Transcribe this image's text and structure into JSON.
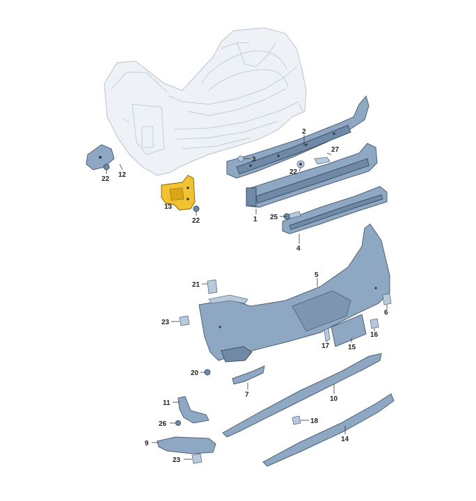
{
  "diagram": {
    "callouts": [
      {
        "id": "c2",
        "label": "2"
      },
      {
        "id": "c3",
        "label": "3"
      },
      {
        "id": "c27",
        "label": "27"
      },
      {
        "id": "c22a",
        "label": "22"
      },
      {
        "id": "c1",
        "label": "1"
      },
      {
        "id": "c25",
        "label": "25"
      },
      {
        "id": "c4",
        "label": "4"
      },
      {
        "id": "c22b",
        "label": "22"
      },
      {
        "id": "c12",
        "label": "12"
      },
      {
        "id": "c13",
        "label": "13"
      },
      {
        "id": "c22c",
        "label": "22"
      },
      {
        "id": "c5",
        "label": "5"
      },
      {
        "id": "c21",
        "label": "21"
      },
      {
        "id": "c6",
        "label": "6"
      },
      {
        "id": "c23a",
        "label": "23"
      },
      {
        "id": "c17",
        "label": "17"
      },
      {
        "id": "c15",
        "label": "15"
      },
      {
        "id": "c16",
        "label": "16"
      },
      {
        "id": "c20",
        "label": "20"
      },
      {
        "id": "c7",
        "label": "7"
      },
      {
        "id": "c10",
        "label": "10"
      },
      {
        "id": "c11",
        "label": "11"
      },
      {
        "id": "c18",
        "label": "18"
      },
      {
        "id": "c26",
        "label": "26"
      },
      {
        "id": "c9",
        "label": "9"
      },
      {
        "id": "c14",
        "label": "14"
      },
      {
        "id": "c23b",
        "label": "23"
      }
    ],
    "highlight_color": "#f2c230",
    "part_color": "#8ea8c4",
    "body_color": "#eef2f6"
  }
}
